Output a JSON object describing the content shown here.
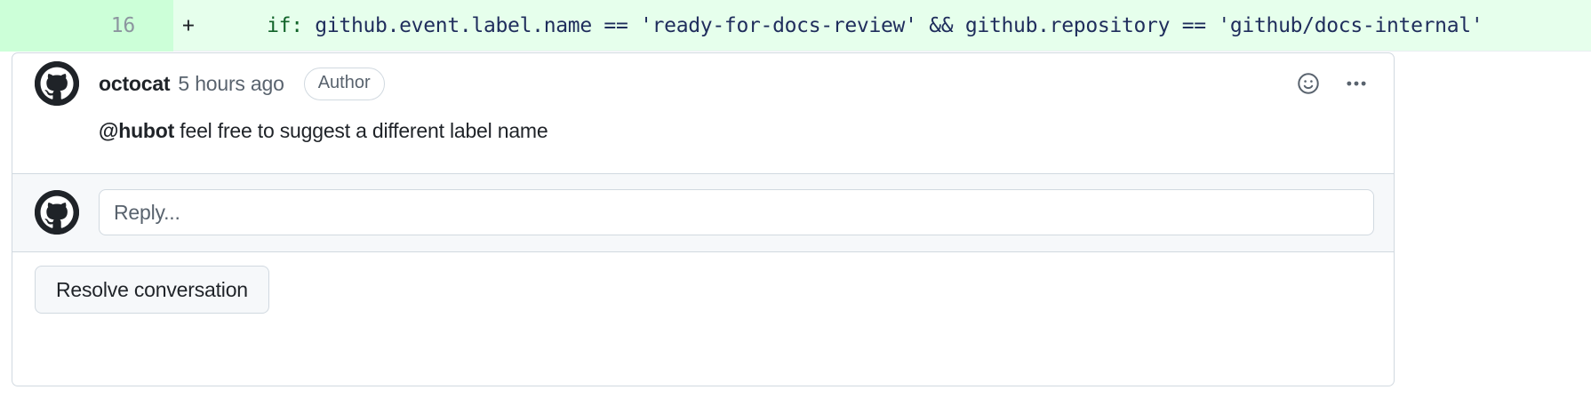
{
  "diff": {
    "line_number": "16",
    "marker": "+",
    "code_prefix": "  if:",
    "code_rest": " github.event.label.name == 'ready-for-docs-review' && github.repository == 'github/docs-internal'",
    "added_bg": "#e6ffec",
    "gutter_bg": "#ccffd8"
  },
  "comment": {
    "avatar_icon": "github-octocat-avatar",
    "author": "octocat",
    "timestamp": "5 hours ago",
    "badge": "Author",
    "body_mention": "@hubot",
    "body_text": " feel free to suggest a different label name",
    "reaction_icon": "smiley-icon",
    "menu_icon": "kebab-horizontal-icon"
  },
  "reply": {
    "avatar_icon": "github-octocat-avatar",
    "placeholder": "Reply...",
    "value": ""
  },
  "footer": {
    "resolve_label": "Resolve conversation"
  },
  "colors": {
    "border": "#d1d9e0",
    "muted_text": "#59636e",
    "text": "#1f2328",
    "subtle_bg": "#f6f8fa"
  }
}
